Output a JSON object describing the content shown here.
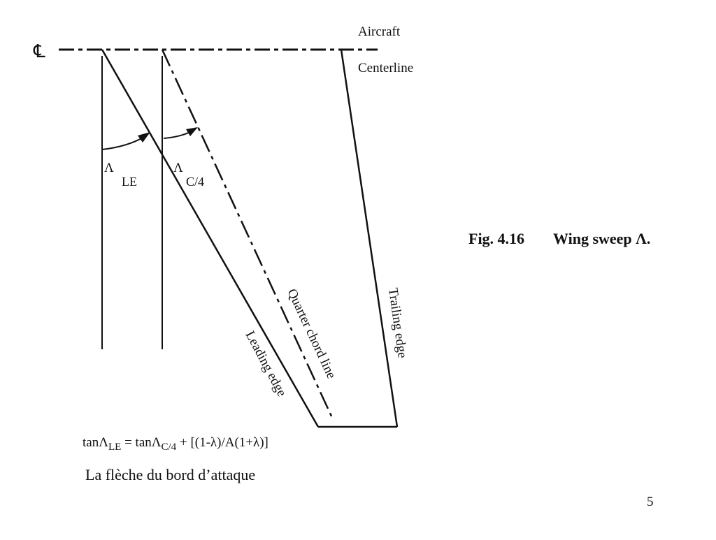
{
  "diagram": {
    "centerline_symbol": "℄",
    "aircraft_label": "Aircraft",
    "centerline_label": "Centerline",
    "lambda_le_symbol": "Λ",
    "lambda_le_sub": "LE",
    "lambda_c4_symbol": "Λ",
    "lambda_c4_sub": "C/4",
    "quarter_chord_label": "Quarter chord line",
    "leading_edge_label": "Leading edge",
    "trailing_edge_label": "Trailing edge"
  },
  "caption": {
    "fig_number": "Fig. 4.16",
    "fig_title": "Wing sweep Λ."
  },
  "formula": {
    "tan1": "tanΛ",
    "sub1": "LE",
    "eq_tan2": " = tanΛ",
    "sub2": "C/4",
    "rest": " + [(1-λ)/A(1+λ)]"
  },
  "subtitle": "La flèche du bord d’attaque",
  "page_number": "5"
}
